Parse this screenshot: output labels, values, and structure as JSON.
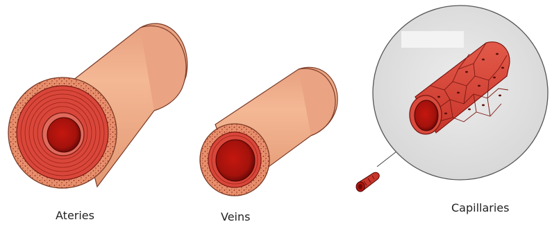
{
  "labels": {
    "arteries": "Ateries",
    "veins": "Veins",
    "capillaries": "Capillaries"
  },
  "colors": {
    "skin_light": "#f2b08f",
    "skin_mid": "#e49a78",
    "skin_dark": "#c97655",
    "muscle": "#d9473a",
    "muscle_dark": "#b52a22",
    "lumen": "#b3150f",
    "lumen_dark": "#6e0805",
    "adventitia": "#e8906d",
    "speckle": "#8f2a1b",
    "cell": "#e0463c",
    "cell_edge": "#7a1712",
    "magnifier_fill": "#e3e3e3",
    "magnifier_edge": "#555555",
    "text": "#222222"
  }
}
